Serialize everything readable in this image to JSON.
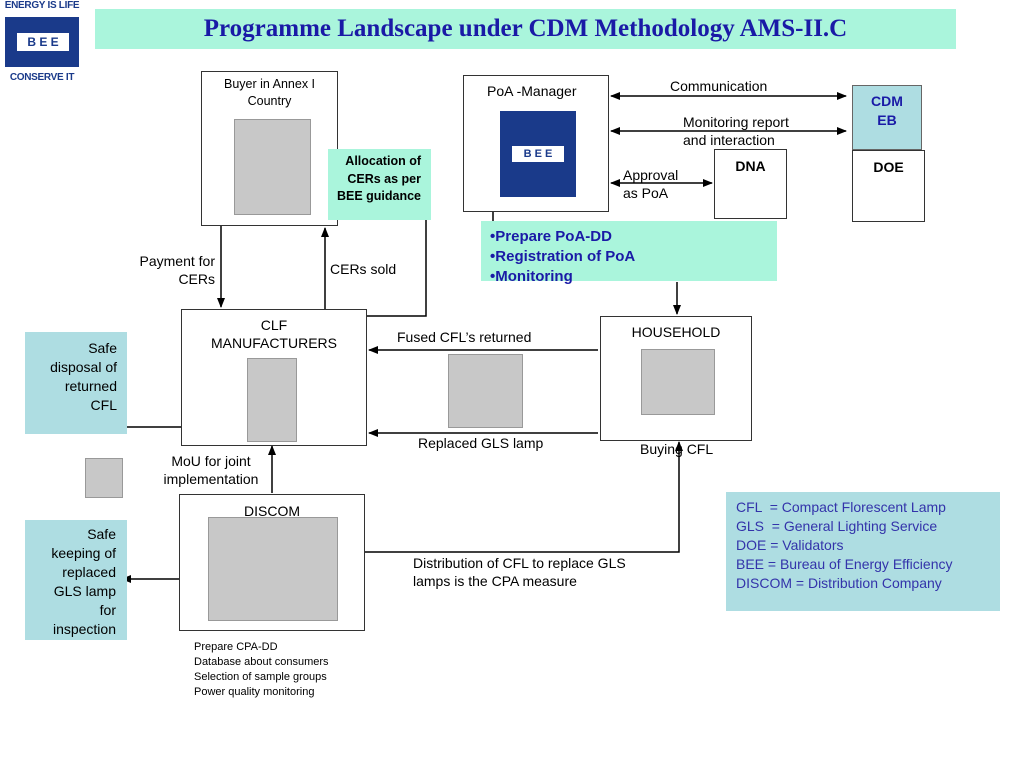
{
  "header": {
    "title": "Programme Landscape under CDM Methodology AMS-II.C",
    "title_color": "#1a1aa6",
    "banner_color": "#aaf5dc"
  },
  "logo": {
    "top": "ENERGY IS LIFE",
    "middle": "B E E",
    "bottom": "CONSERVE IT"
  },
  "nodes": {
    "buyer": "Buyer in Annex I Country",
    "poa_manager": "PoA -Manager",
    "cdm_eb": "CDM EB",
    "dna": "DNA",
    "doe": "DOE",
    "allocation": "Allocation of CERs as per BEE guidance",
    "clf": "CLF MANUFACTURERS",
    "household": "HOUSEHOLD",
    "discom": "DISCOM",
    "safe_disposal": "Safe disposal of returned CFL",
    "safe_keeping": "Safe keeping of replaced GLS lamp for inspection"
  },
  "poa_tasks": [
    "Prepare PoA-DD",
    "Registration of PoA",
    "Monitoring"
  ],
  "edges": {
    "communication": "Communication",
    "monitoring_report": "Monitoring report and interaction",
    "approval": "Approval as PoA",
    "payment": "Payment for CERs",
    "cers_sold": "CERs sold",
    "fused_returned": "Fused CFL’s returned",
    "replaced_gls": "Replaced GLS lamp",
    "buying_cfl": "Buying CFL",
    "mou": "MoU for joint implementation",
    "distribution": "Distribution of CFL to replace GLS lamps is the CPA measure"
  },
  "discom_tasks": [
    "Prepare CPA-DD",
    "Database about consumers",
    "Selection of sample groups",
    "Power quality monitoring"
  ],
  "legend": [
    "CFL  = Compact Florescent Lamp",
    "GLS  = General Lighting Service",
    "DOE = Validators",
    "BEE = Bureau of Energy Efficiency",
    "DISCOM = Distribution Company"
  ],
  "colors": {
    "legend_text": "#3333aa",
    "task_text": "#1a1aa6",
    "box_cyan": "#aaf5dc",
    "box_lightblue": "#aedde2"
  }
}
